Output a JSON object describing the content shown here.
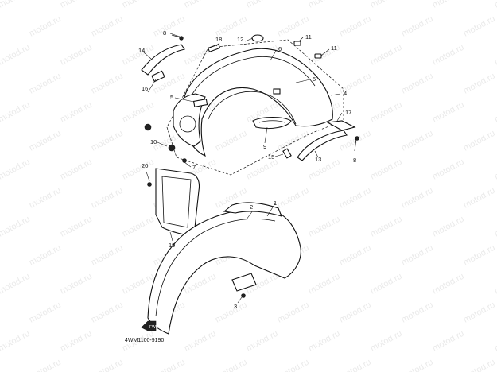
{
  "watermark": "motod.ru",
  "diagram_code": "4WM1100-9190",
  "fwd_label": "FWD",
  "callouts": {
    "c1": "1",
    "c2": "2",
    "c3": "3",
    "c4": "4",
    "c5a": "5",
    "c5b": "5",
    "c6": "6",
    "c7": "7",
    "c8a": "8",
    "c8b": "8",
    "c9": "9",
    "c10": "10",
    "c11a": "11",
    "c11b": "11",
    "c12": "12",
    "c13": "13",
    "c14": "14",
    "c15": "15",
    "c16": "16",
    "c17": "17",
    "c18": "18",
    "c19": "19",
    "c20": "20"
  }
}
